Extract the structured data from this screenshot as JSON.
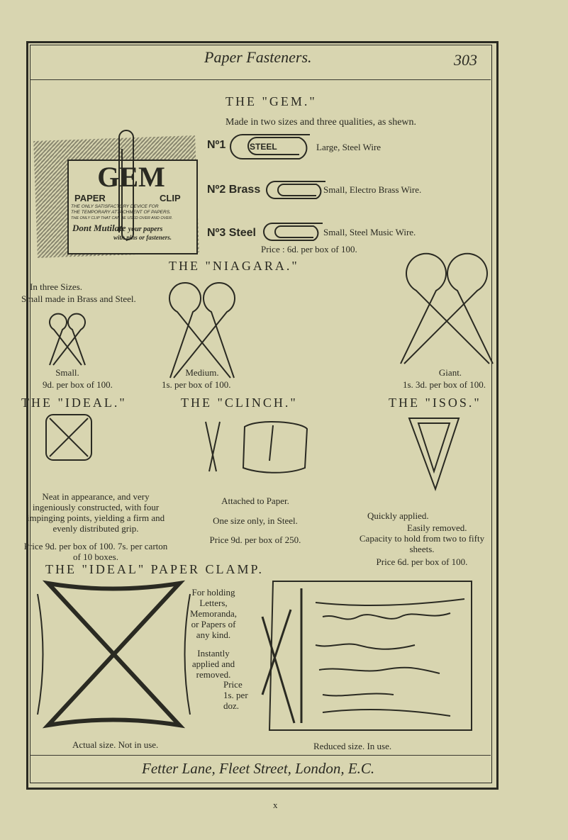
{
  "header": {
    "title": "Paper Fasteners.",
    "page_number": "303"
  },
  "gem": {
    "title": "THE \"GEM.\"",
    "subtitle": "Made in two sizes and three qualities, as shewn.",
    "card": {
      "brand": "GEM",
      "left": "PAPER",
      "right": "CLIP",
      "line1": "THE ONLY SATISFACTORY DEVICE FOR",
      "line2": "THE TEMPORARY ATTACHMENT OF PAPERS.",
      "line3": "THE ONLY CLIP THAT CAN BE USED OVER AND OVER.",
      "slogan1": "Dont Mutilate",
      "slogan2": "your papers",
      "slogan3": "with pins or fasteners."
    },
    "items": [
      {
        "label": "Nº1",
        "clip_text": "STEEL",
        "desc": "Large, Steel Wire"
      },
      {
        "label": "Nº2 Brass",
        "desc": "Small, Electro Brass Wire."
      },
      {
        "label": "Nº3 Steel",
        "desc": "Small, Steel Music Wire."
      }
    ],
    "price": "Price : 6d. per box of 100."
  },
  "niagara": {
    "title": "THE \"NIAGARA.\"",
    "intro1": "In three Sizes.",
    "intro2": "Small made in Brass and Steel.",
    "small": {
      "name": "Small.",
      "price": "9d. per box of 100."
    },
    "medium": {
      "name": "Medium.",
      "price": "1s. per box of 100."
    },
    "giant": {
      "name": "Giant.",
      "price": "1s. 3d. per box of 100."
    }
  },
  "ideal": {
    "title": "THE \"IDEAL.\"",
    "desc": "Neat in appearance, and very ingeniously constructed, with four impinging points, yielding a firm and evenly distributed grip.",
    "price": "Price 9d. per box of 100.   7s. per carton of 10 boxes."
  },
  "clinch": {
    "title": "THE \"CLINCH.\"",
    "line1": "Attached to Paper.",
    "line2": "One size only, in Steel.",
    "price": "Price 9d. per box of 250."
  },
  "isos": {
    "title": "THE \"ISOS.\"",
    "line1": "Quickly applied.",
    "line2": "Easily removed.",
    "line3": "Capacity to hold from two to fifty sheets.",
    "price": "Price 6d. per box of 100."
  },
  "clamp": {
    "title": "THE \"IDEAL\" PAPER CLAMP.",
    "desc1": "For holding Letters, Memoranda, or Papers of any kind.",
    "desc2": "Instantly applied and removed.",
    "price": "Price 1s. per doz.",
    "caption_left": "Actual size.  Not in use.",
    "caption_right": "Reduced size.  In use."
  },
  "footer": {
    "address": "Fetter Lane, Fleet Street, London, E.C.",
    "signature_mark": "x"
  },
  "colors": {
    "paper": "#d8d5b0",
    "ink": "#2a2a22"
  }
}
